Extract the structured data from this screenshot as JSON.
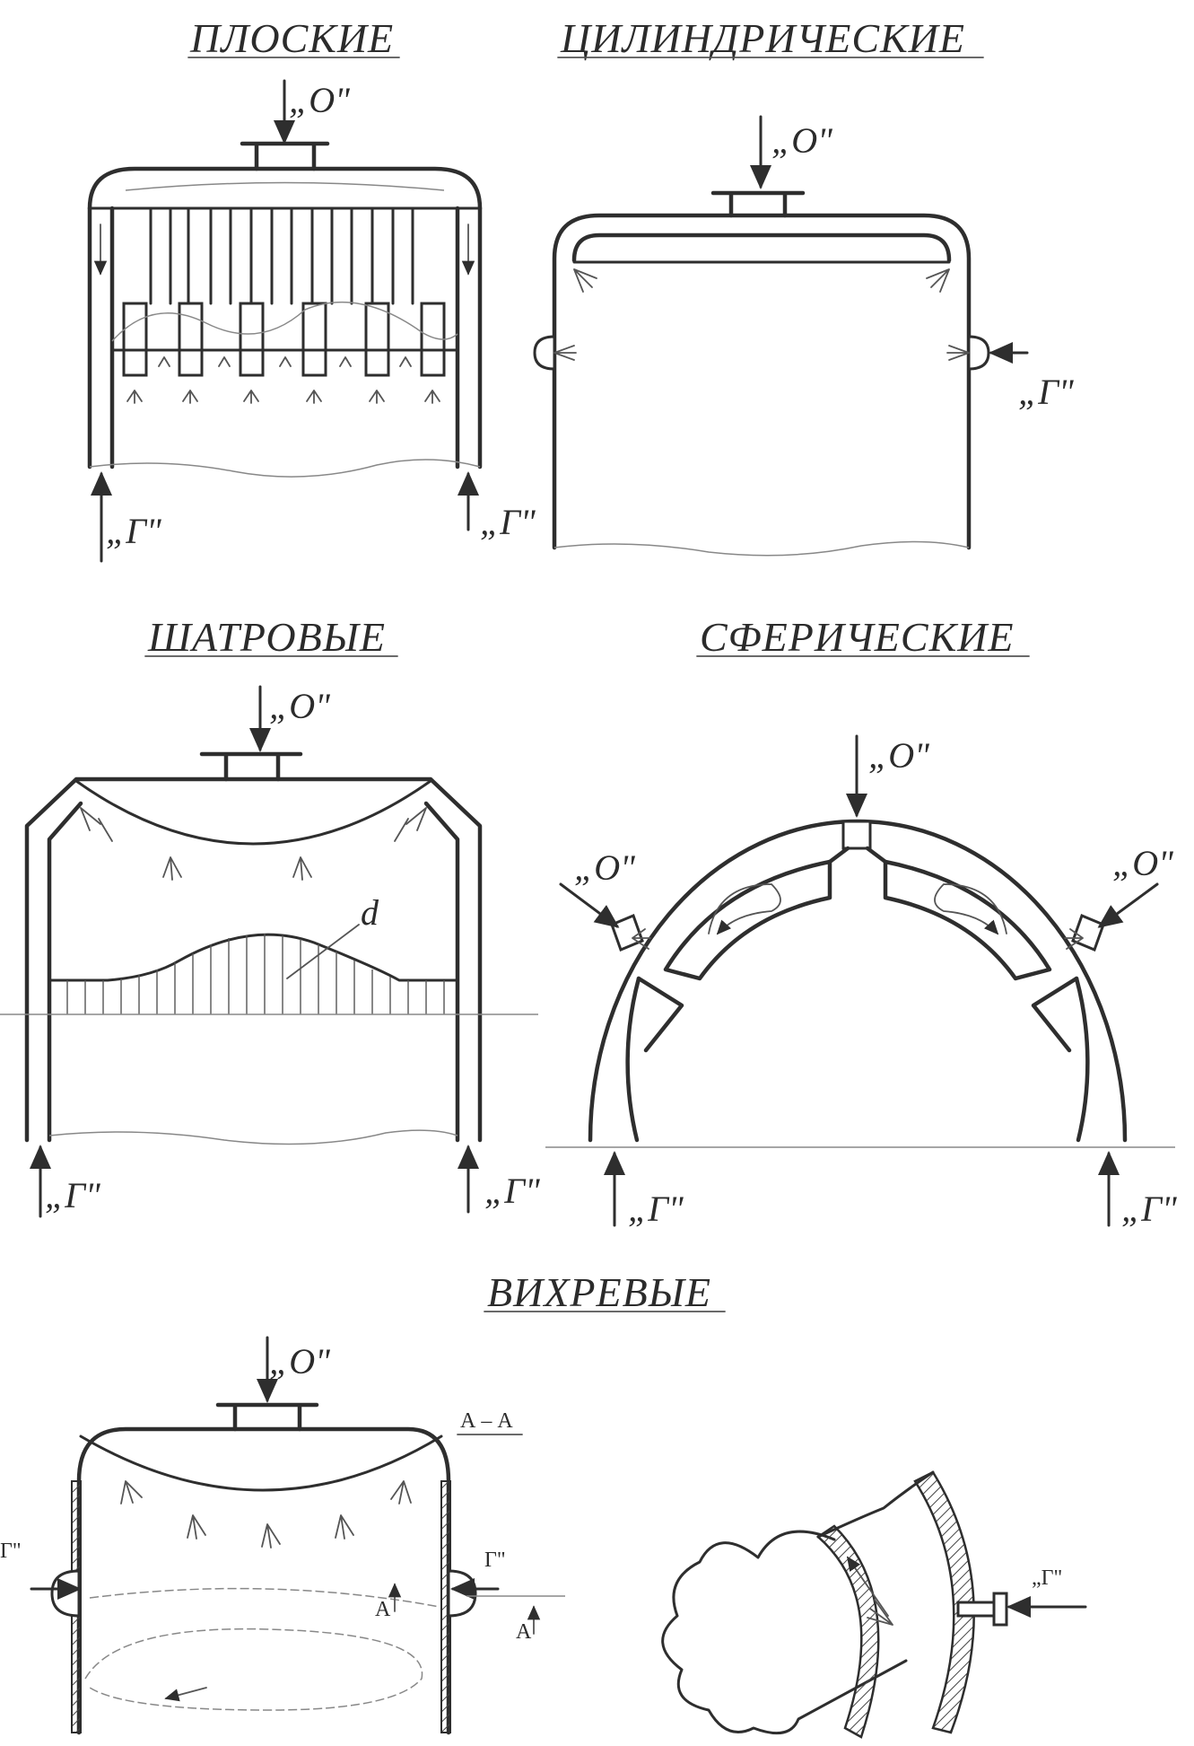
{
  "titles": {
    "flat": "ПЛОСКИЕ",
    "cylindrical": "ЦИЛИНДРИЧЕСКИЕ",
    "tent": "ШАТРОВЫЕ",
    "spherical": "СФЕРИЧЕСКИЕ",
    "vortex": "ВИХРЕВЫЕ"
  },
  "labels": {
    "oxidizer": "„О\"",
    "fuel": "„Г\"",
    "fuel_small": "Г\"",
    "d": "d",
    "section": "А – А",
    "a_mark": "А"
  },
  "colors": {
    "ink": "#2e2e2e",
    "paper": "#ffffff"
  }
}
